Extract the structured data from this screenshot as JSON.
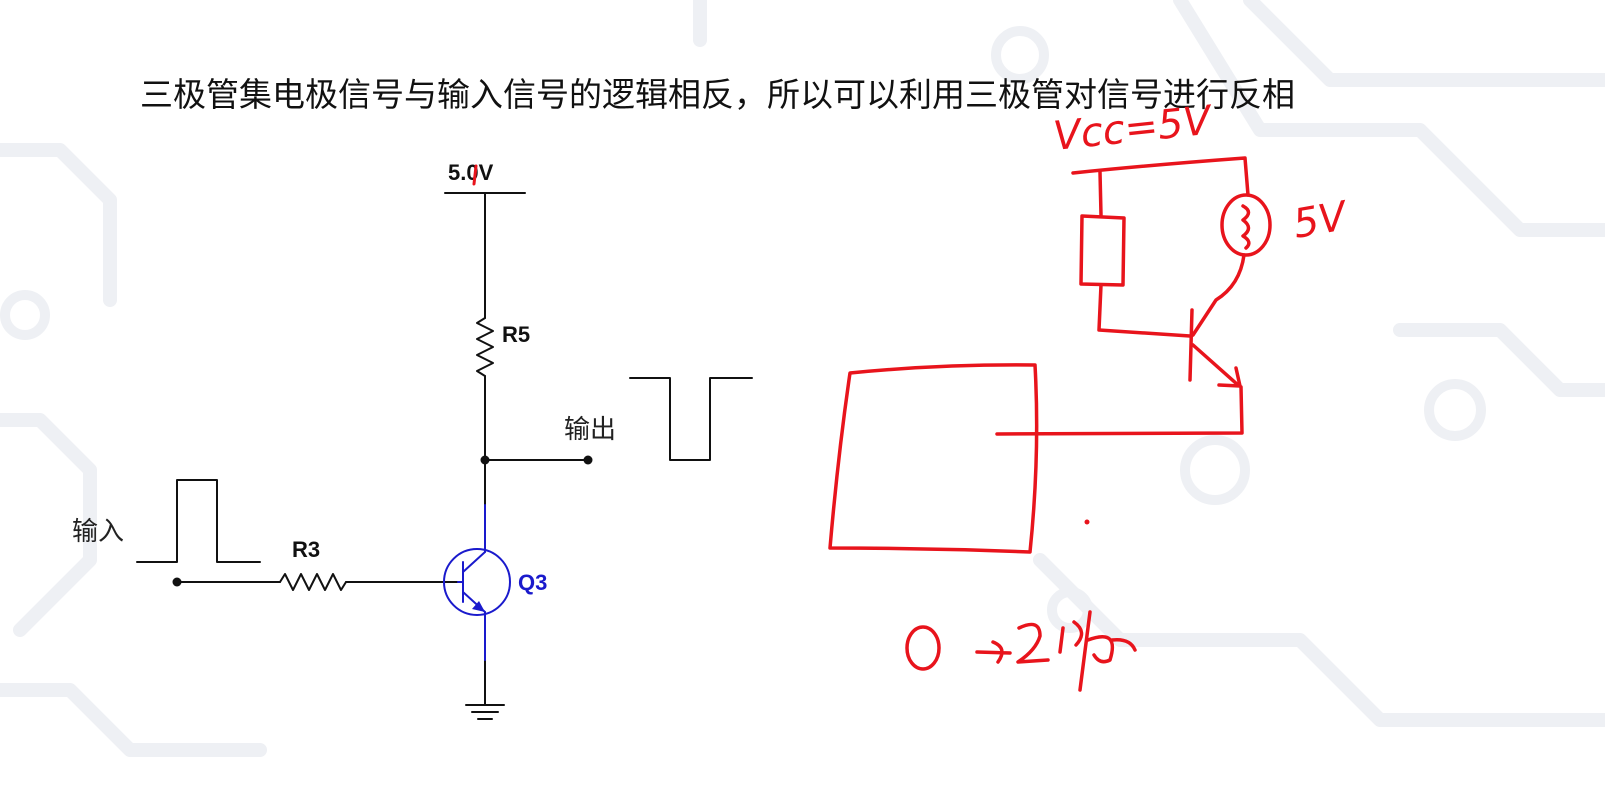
{
  "slide": {
    "title": "三极管集电极信号与输入信号的逻辑相反，所以可以利用三极管对信号进行反相"
  },
  "circuit": {
    "supply_label": "5.0V",
    "collector_resistor_label": "R5",
    "base_resistor_label": "R3",
    "transistor_label": "Q3",
    "input_label": "输入",
    "output_label": "输出"
  },
  "colors": {
    "wire": "#111111",
    "transistor": "#1a1acc",
    "handwriting": "#e8141c",
    "background_pattern": "#eef0f4"
  },
  "annotations": {
    "vcc_note": "Vcc=5V",
    "lamp_voltage_note": "5V",
    "bottom_note": "0->2"
  }
}
